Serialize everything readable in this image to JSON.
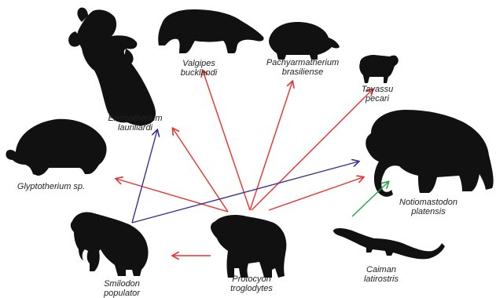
{
  "colors": {
    "predation_arrow": "#e8302c",
    "secondary_arrow": "#3a2d8f",
    "caiman_arrow": "#1fa34a",
    "silhouette": "#111111"
  },
  "species": {
    "eremotherium": {
      "line1": "Eremotherium",
      "line2": "laurillardi",
      "icon": "giant-ground-sloth-icon"
    },
    "valgipes": {
      "line1": "Valgipes",
      "line2": "bucklandi",
      "icon": "ground-sloth-icon"
    },
    "pachyarmatherium": {
      "line1": "Pachyarmatherium",
      "line2": "brasiliense",
      "icon": "armadillo-icon"
    },
    "tayassu": {
      "line1": "Tayassu",
      "line2": "pecari",
      "icon": "peccary-icon"
    },
    "glyptotherium": {
      "line1": "Glyptotherium sp.",
      "icon": "glyptodont-icon"
    },
    "notiomastodon": {
      "line1": "Notiomastodon",
      "line2": "platensis",
      "icon": "mastodon-icon"
    },
    "smilodon": {
      "line1": "Smilodon",
      "line2": "populator",
      "icon": "sabertooth-cat-icon"
    },
    "protocyon": {
      "line1": "Protocyon",
      "line2": "troglodytes",
      "icon": "canid-icon"
    },
    "caiman": {
      "line1": "Caiman",
      "line2": "latirostris",
      "icon": "caiman-icon"
    }
  }
}
